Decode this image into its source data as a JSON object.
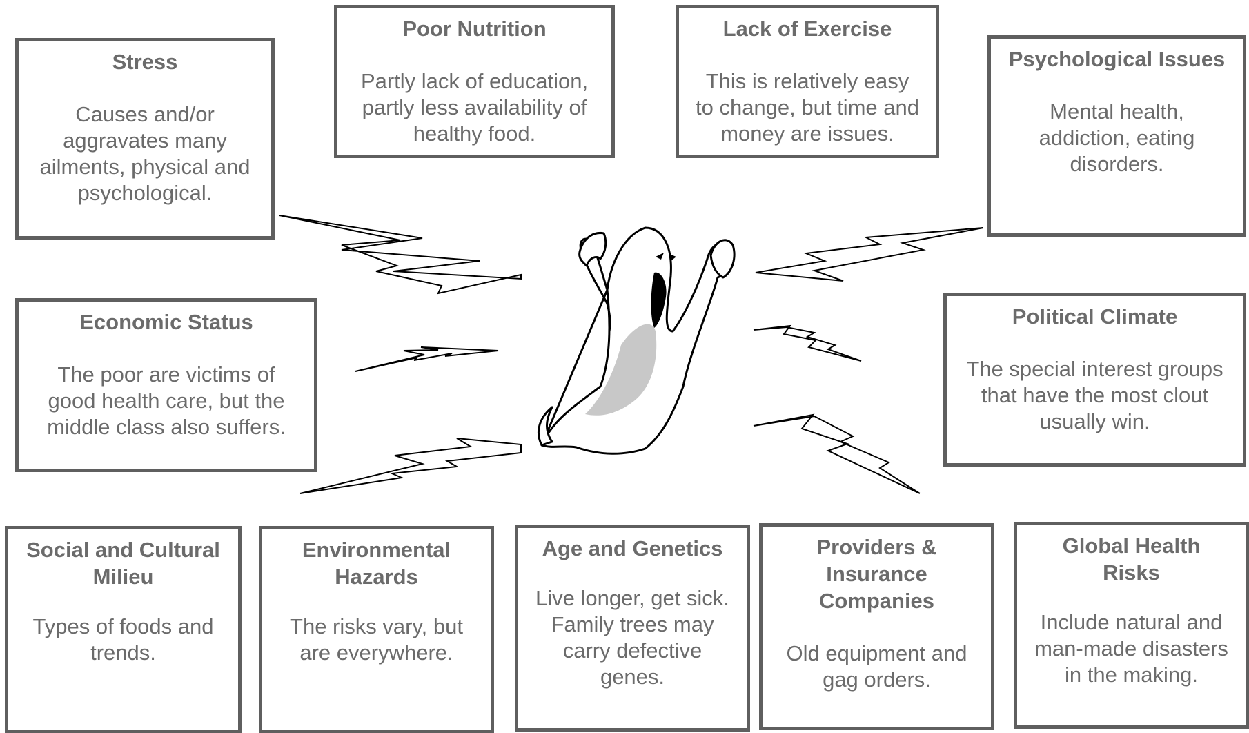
{
  "boxes": {
    "stress": {
      "title": "Stress",
      "body": "Causes and/or\naggravates many\nailments, physical and\npsychological."
    },
    "poor_nutrition": {
      "title": "Poor Nutrition",
      "body": "Partly lack of education,\npartly less availability of\nhealthy food."
    },
    "lack_of_exercise": {
      "title": "Lack of Exercise",
      "body": "This is relatively easy\nto change, but time and\nmoney are issues."
    },
    "psychological_issues": {
      "title": "Psychological Issues",
      "body": "Mental health,\naddiction, eating\ndisorders."
    },
    "economic_status": {
      "title": "Economic Status",
      "body": "The poor are victims of\ngood health care, but the\nmiddle class also suffers."
    },
    "political_climate": {
      "title": "Political Climate",
      "body": "The special interest groups\nthat have the most clout\nusually win."
    },
    "social_cultural": {
      "title": "Social and Cultural\nMilieu",
      "body": "Types of foods and\ntrends."
    },
    "environmental_hazards": {
      "title": "Environmental\nHazards",
      "body": "The risks vary, but\nare everywhere."
    },
    "age_genetics": {
      "title": "Age and Genetics",
      "body": "Live longer, get sick.\nFamily trees may\ncarry defective\ngenes."
    },
    "providers_insurance": {
      "title": "Providers &\nInsurance\nCompanies",
      "body": "Old equipment and\ngag orders."
    },
    "global_health": {
      "title": "Global Health\nRisks",
      "body": "Include natural and\nman-made disasters\nin the making."
    }
  },
  "colors": {
    "border": "#5f5f5f",
    "text": "#6b6b6b",
    "ghost_shade": "#c8c8c8"
  },
  "icons": {
    "center": "ghost-icon",
    "connector": "lightning-bolt-icon"
  }
}
